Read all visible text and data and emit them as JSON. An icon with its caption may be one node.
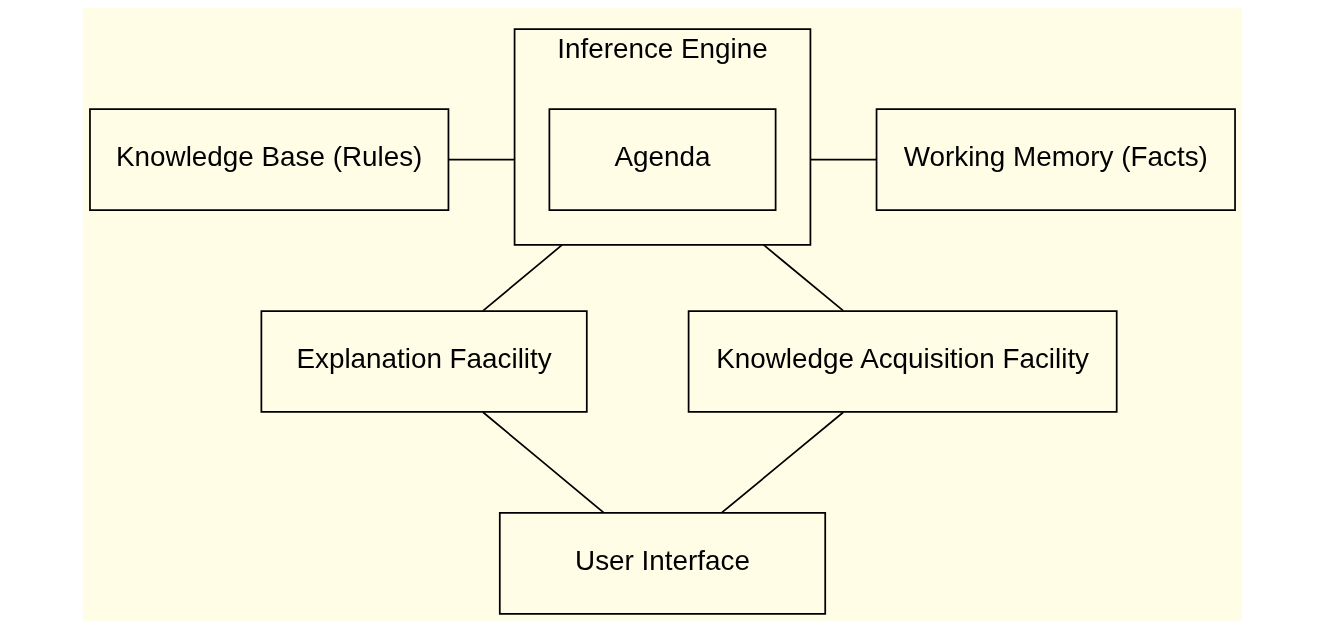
{
  "diagram": {
    "nodes": [
      {
        "text": [
          "Knowledge Base (Rules)"
        ]
      },
      {
        "text": [
          "Inference Engine"
        ]
      },
      {
        "text": [
          "Agenda"
        ],
        "in": 1
      },
      {
        "text": [
          "Working Memory (Facts)"
        ]
      },
      {
        "text": [
          "Explanation Faacility"
        ]
      },
      {
        "text": [
          "Knowledge Acquisition Facility"
        ]
      },
      {
        "text": [
          "User Interface"
        ]
      }
    ],
    "edges": [
      {
        "from": 0,
        "to": 1,
        "arrow": "none"
      },
      {
        "from": 1,
        "to": 3,
        "arrow": "none"
      },
      {
        "from": 1,
        "to": 4,
        "arrow": "none"
      },
      {
        "from": 1,
        "to": 5,
        "arrow": "none"
      },
      {
        "from": 4,
        "to": 6,
        "arrow": "none"
      },
      {
        "from": 5,
        "to": 6,
        "arrow": "none"
      }
    ]
  }
}
